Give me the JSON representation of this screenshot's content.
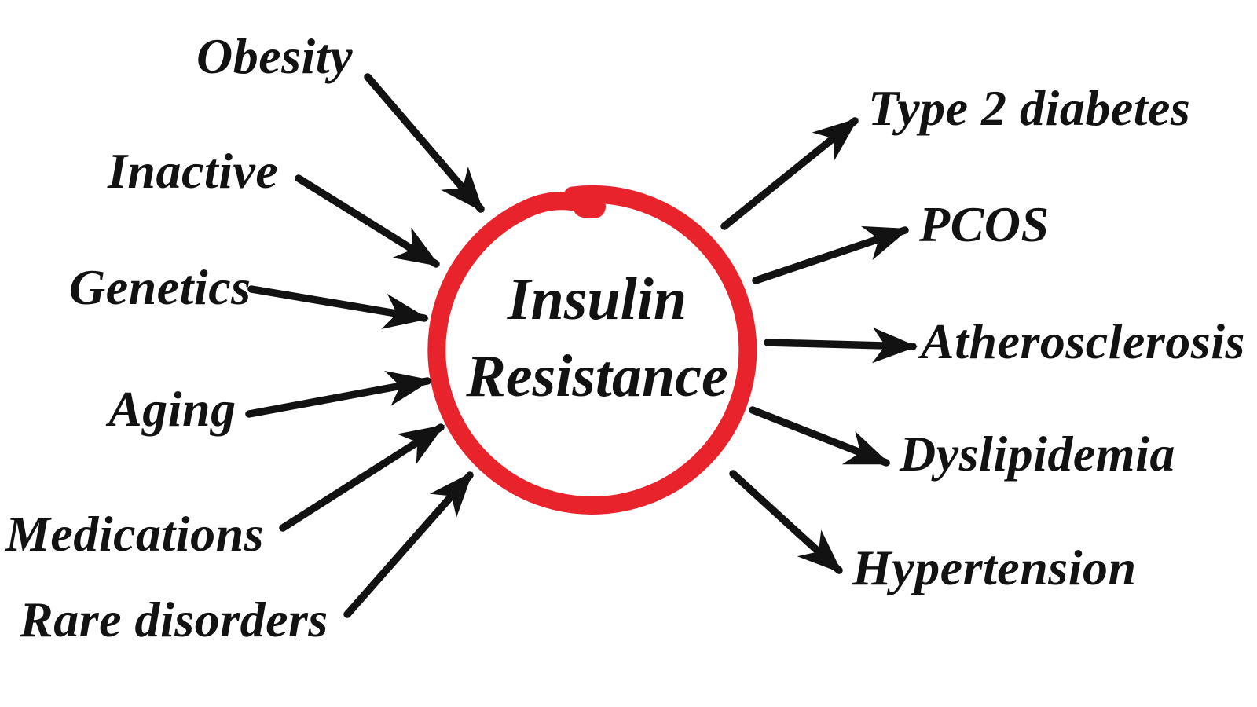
{
  "diagram": {
    "center": {
      "line1": "Insulin",
      "line2": "Resistance"
    },
    "causes": [
      "Obesity",
      "Inactive",
      "Genetics",
      "Aging",
      "Medications",
      "Rare disorders"
    ],
    "effects": [
      "Type 2 diabetes",
      "PCOS",
      "Atherosclerosis",
      "Dyslipidemia",
      "Hypertension"
    ],
    "colors": {
      "circle": "#e9232b",
      "arrows_and_text": "#121212",
      "background": "#ffffff"
    }
  }
}
